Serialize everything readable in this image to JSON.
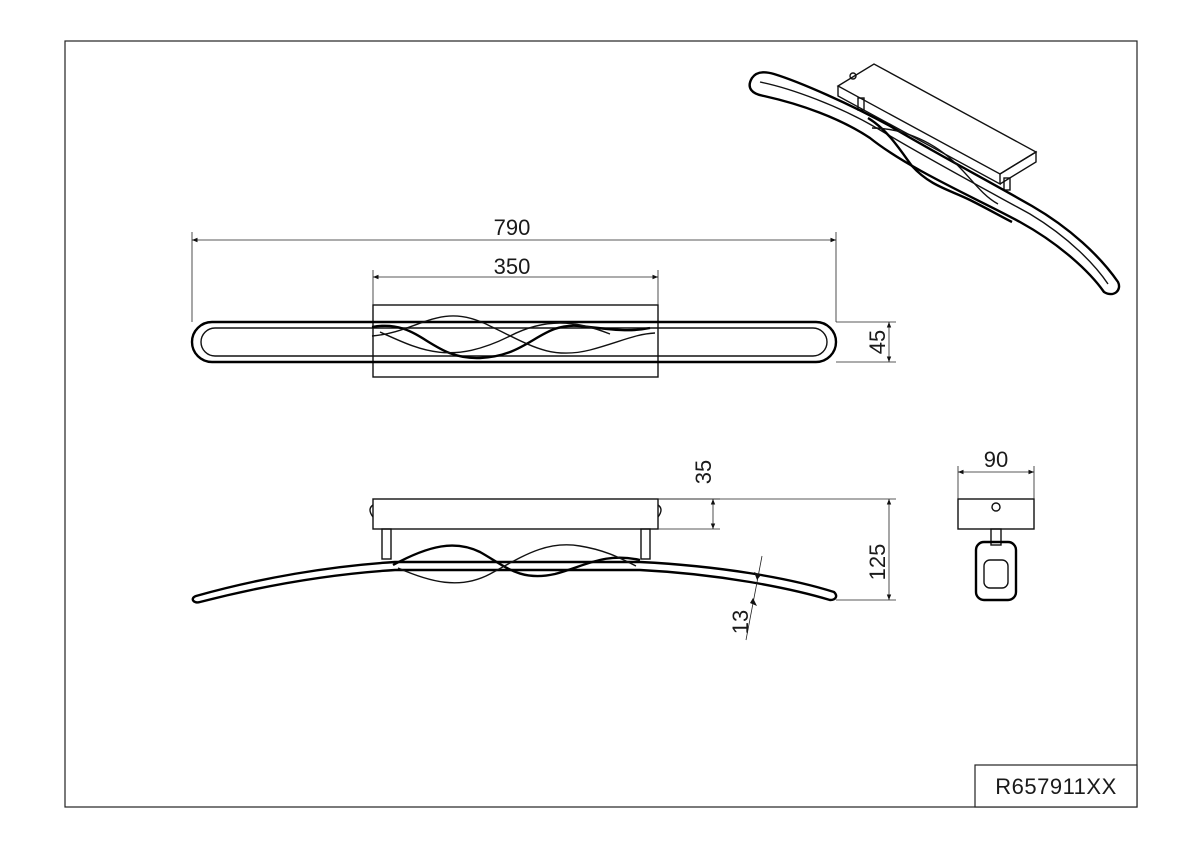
{
  "drawing": {
    "code": "R657911XX",
    "dimensions": {
      "total_length": "790",
      "canopy_length": "350",
      "height_top_view": "45",
      "canopy_height": "35",
      "total_height": "125",
      "bar_thickness": "13",
      "canopy_width": "90"
    }
  }
}
